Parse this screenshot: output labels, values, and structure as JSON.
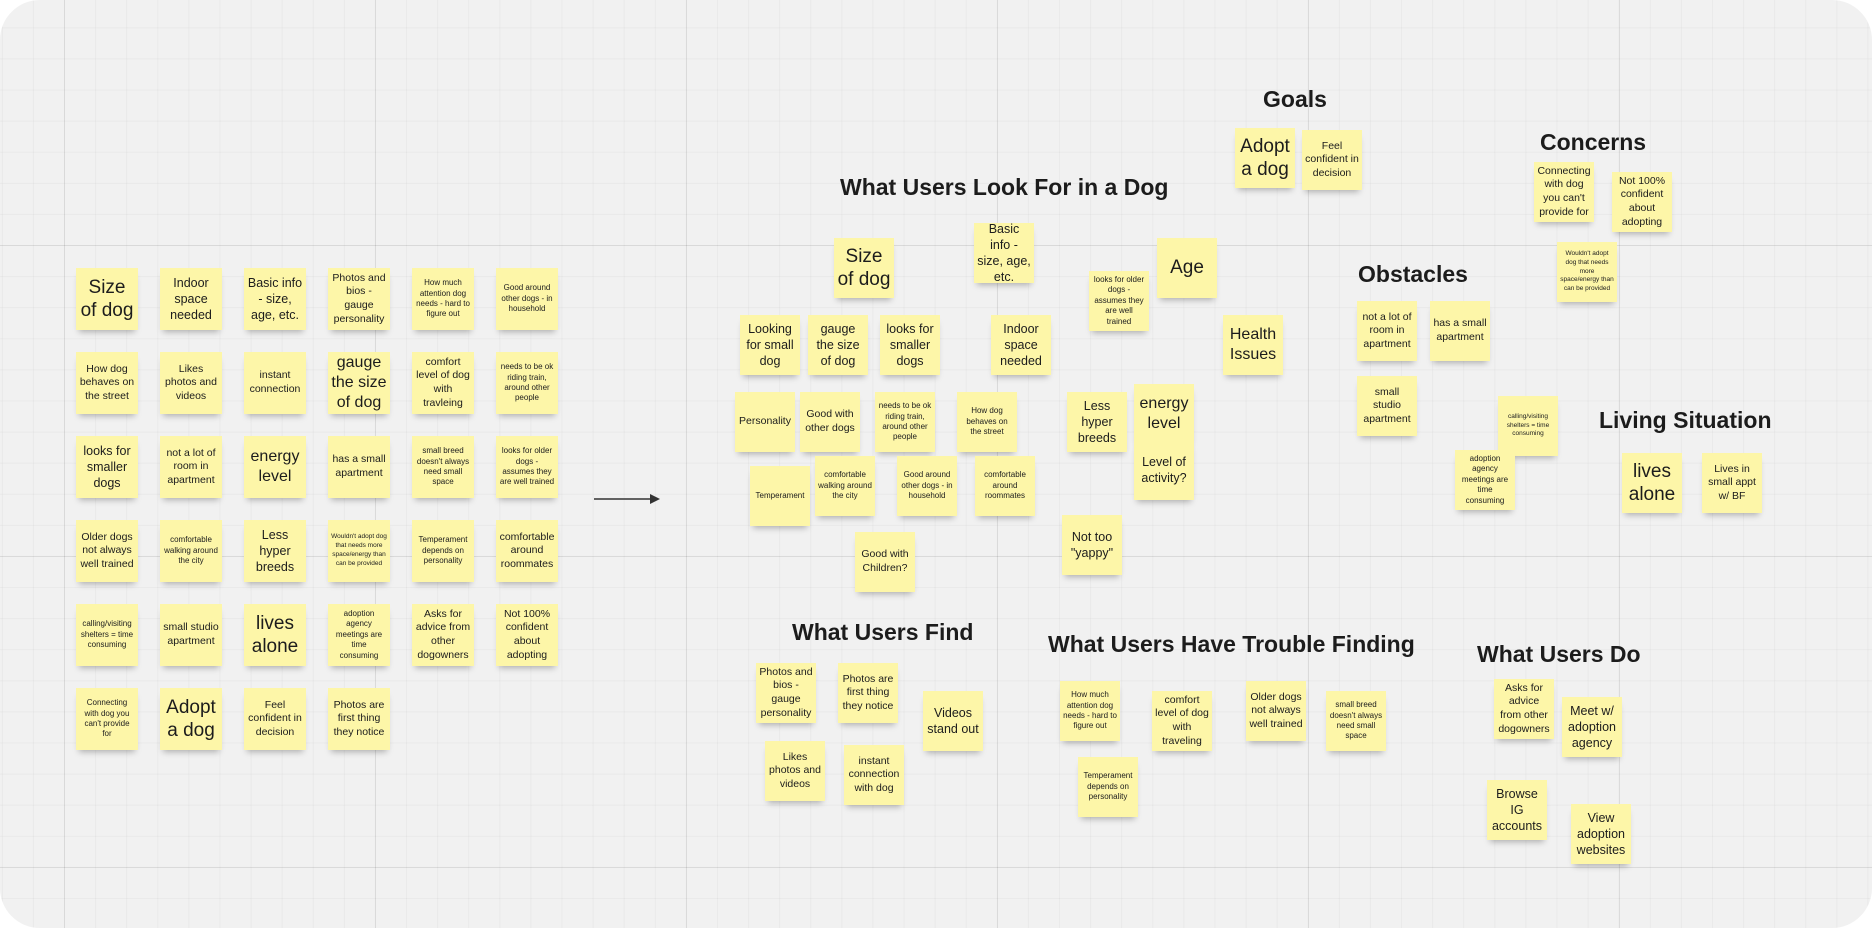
{
  "headings": {
    "goals": "Goals",
    "concerns": "Concerns",
    "look_for": "What Users Look For in a Dog",
    "obstacles": "Obstacles",
    "living": "Living Situation",
    "find": "What Users Find",
    "trouble": "What Users Have Trouble Finding",
    "do": "What Users Do"
  },
  "left_grid": [
    "Size of dog",
    "Indoor space needed",
    "Basic info - size, age, etc.",
    "Photos and bios - gauge personality",
    "How much attention dog needs - hard to figure out",
    "Good around other dogs - in household",
    "How dog behaves on the street",
    "Likes photos and videos",
    "instant connection",
    "gauge the size of dog",
    "comfort level of dog with travleing",
    "needs to be ok riding train, around other people",
    "looks for smaller dogs",
    "not a lot of room in apartment",
    "energy level",
    "has a small apartment",
    "small breed doesn't always need small space",
    "looks for older dogs - assumes they are well trained",
    "Older dogs not always well trained",
    "comfortable walking around the city",
    "Less hyper breeds",
    "Wouldn't adopt dog that needs more space/energy than can be provided",
    "Temperament depends on personality",
    "comfortable around roommates",
    "calling/visiting shelters = time consuming",
    "small studio apartment",
    "lives alone",
    "adoption agency meetings are time consuming",
    "Asks for advice from other dogowners",
    "Not 100% confident about adopting",
    "Connecting with dog you can't provide for",
    "Adopt a dog",
    "Feel confident in decision",
    "Photos are first thing they notice"
  ],
  "goals": [
    "Adopt a dog",
    "Feel confident in decision"
  ],
  "concerns": [
    "Connecting with dog you can't provide for",
    "Not 100% confident about adopting",
    "Wouldn't adopt dog that needs more space/energy than can be provided"
  ],
  "look_for": [
    "Size of dog",
    "Basic info - size, age, etc.",
    "Age",
    "looks for older dogs - assumes they are well trained",
    "Looking for small dog",
    "gauge the size of dog",
    "looks for smaller dogs",
    "Indoor space needed",
    "Health Issues",
    "Personality",
    "Good with other dogs",
    "needs to be ok riding train, around other people",
    "How dog behaves on the street",
    "Less hyper breeds",
    "energy level",
    "Level of activity?",
    "Temperament",
    "comfortable walking around the city",
    "Good around other dogs - in household",
    "comfortable around roommates",
    "Good with Children?",
    "Not too \"yappy\""
  ],
  "obstacles": [
    "not a lot of room in apartment",
    "has a small apartment",
    "small studio apartment",
    "calling/visiting shelters = time consuming",
    "adoption agency meetings are time consuming"
  ],
  "living": [
    "lives alone",
    "Lives in small appt w/ BF"
  ],
  "find": [
    "Photos and bios - gauge personality",
    "Photos are first thing they notice",
    "Videos stand out",
    "Likes photos and videos",
    "instant connection with dog"
  ],
  "trouble": [
    "How much attention dog needs - hard to figure out",
    "comfort level of dog with traveling",
    "Older dogs not always well trained",
    "small breed doesn't always need small space",
    "Temperament depends on personality"
  ],
  "do": [
    "Asks for advice from other dogowners",
    "Meet w/ adoption agency",
    "Browse IG accounts",
    "View adoption websites"
  ],
  "colors": {
    "sticky": "#fdf6a8",
    "board": "#f1f1f1",
    "text": "#1c1c1c"
  }
}
